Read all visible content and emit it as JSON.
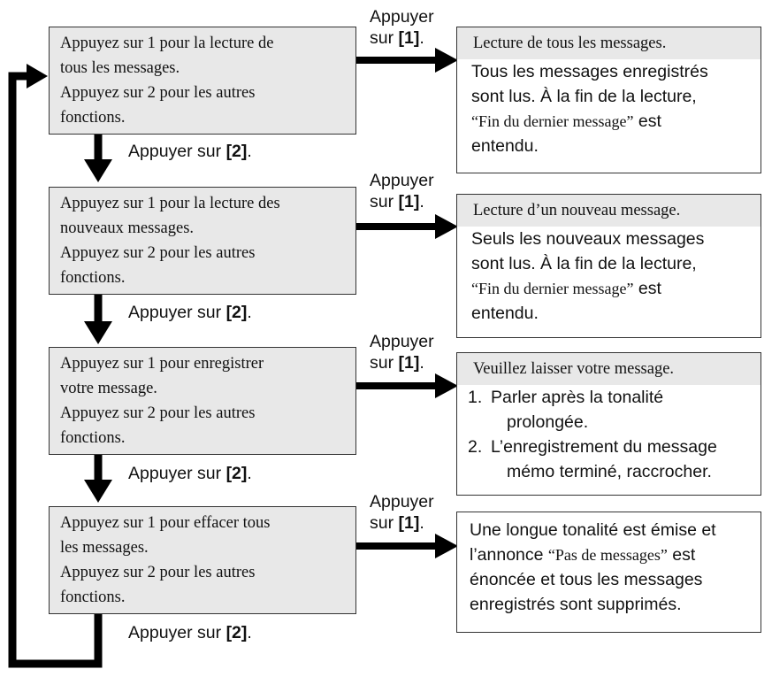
{
  "steps": [
    {
      "left_lines": [
        "Appuyez sur 1 pour la lecture de",
        "tous les messages.",
        "Appuyez sur 2 pour les autres",
        "fonctions."
      ],
      "right_header": "Lecture de tous les messages.",
      "right_lines": [
        "Tous les messages enregistrés",
        "sont lus. À la fin de la lecture,"
      ],
      "right_quote": "“Fin du dernier message”",
      "right_quote_after": " est",
      "right_last": "entendu."
    },
    {
      "left_lines": [
        "Appuyez sur 1 pour la lecture des",
        "nouveaux messages.",
        "Appuyez sur 2 pour les autres",
        "fonctions."
      ],
      "right_header": "Lecture d’un nouveau message.",
      "right_lines": [
        "Seuls les nouveaux messages",
        "sont lus. À la fin de la lecture,"
      ],
      "right_quote": "“Fin du dernier message”",
      "right_quote_after": " est",
      "right_last": "entendu."
    },
    {
      "left_lines": [
        "Appuyez sur 1 pour enregistrer",
        "votre message.",
        "Appuyez sur 2 pour les autres",
        "fonctions."
      ],
      "right_header": "Veuillez laisser votre message.",
      "right_list": [
        {
          "num": "1.",
          "lines": [
            "Parler après la tonalité",
            "prolongée."
          ]
        },
        {
          "num": "2.",
          "lines": [
            "L’enregistrement du message",
            "mémo terminé, raccrocher."
          ]
        }
      ]
    },
    {
      "left_lines": [
        "Appuyez sur 1 pour effacer tous",
        "les messages.",
        "Appuyez sur 2 pour les autres",
        "fonctions."
      ],
      "right_line1": "Une longue tonalité est émise et",
      "right_line2_pre": "l’annonce ",
      "right_line2_quote": "“Pas de messages”",
      "right_line2_post": " est",
      "right_line3": "énoncée et tous les messages",
      "right_line4": "enregistrés sont supprimés."
    }
  ],
  "press1": {
    "word": "Appuyer",
    "pre": "sur ",
    "key": "[1]",
    "post": "."
  },
  "press2": {
    "pre": "Appuyer sur ",
    "key": "[2]",
    "post": "."
  }
}
